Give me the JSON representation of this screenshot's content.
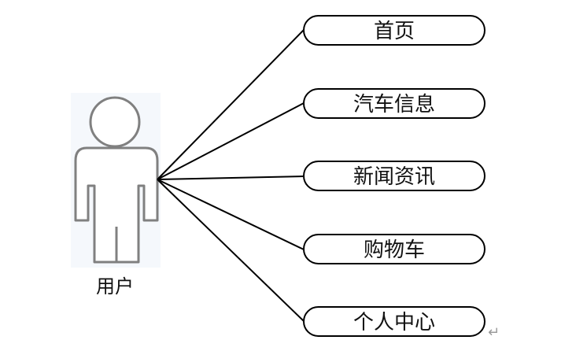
{
  "actor": {
    "label": "用户"
  },
  "use_cases": [
    {
      "label": "首页"
    },
    {
      "label": "汽车信息"
    },
    {
      "label": "新闻资讯"
    },
    {
      "label": "购物车"
    },
    {
      "label": "个人中心"
    }
  ],
  "paragraph_mark": "↵",
  "colors": {
    "stroke": "#000000",
    "actor_stroke": "#7f7f7f",
    "actor_glow": "#dbe6f3"
  }
}
